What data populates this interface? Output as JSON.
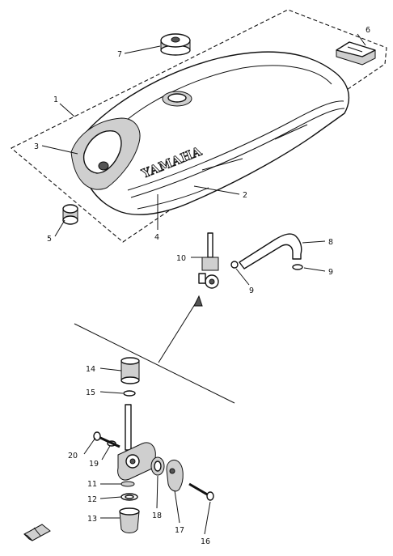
{
  "brand_text": "YAMAHA",
  "callouts": {
    "c1": "1",
    "c2": "2",
    "c3": "3",
    "c4": "4",
    "c5": "5",
    "c6": "6",
    "c7": "7",
    "c8": "8",
    "c9a": "9",
    "c9b": "9",
    "c10": "10",
    "c11": "11",
    "c12": "12",
    "c13": "13",
    "c14": "14",
    "c15": "15",
    "c16": "16",
    "c17": "17",
    "c18": "18",
    "c19": "19",
    "c20": "20"
  }
}
